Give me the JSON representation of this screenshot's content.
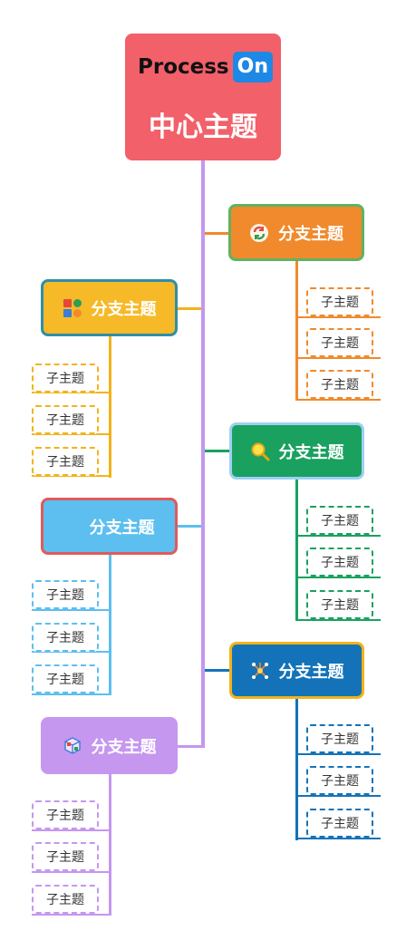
{
  "logo": {
    "word": "Process",
    "badge": "On"
  },
  "central": {
    "title": "中心主题"
  },
  "branches": [
    {
      "label": "分支主题",
      "icon": "refresh-arrows-icon",
      "color": "#f08a2c",
      "border": "#5fb35f"
    },
    {
      "label": "分支主题",
      "icon": "grid-shapes-icon",
      "color": "#f6b928",
      "border": "#2f8ea8"
    },
    {
      "label": "分支主题",
      "icon": "magnifier-icon",
      "color": "#1aa160",
      "border": "#9ed0f3"
    },
    {
      "label": "分支主题",
      "icon": "",
      "color": "#5cbfef",
      "border": "#e05a5a"
    },
    {
      "label": "分支主题",
      "icon": "network-nodes-icon",
      "color": "#1473b8",
      "border": "#f2b31a"
    },
    {
      "label": "分支主题",
      "icon": "cube-blocks-icon",
      "color": "#c597ef",
      "border": "#c597ef"
    }
  ],
  "subtopics": {
    "b1": [
      "子主题",
      "子主题",
      "子主题"
    ],
    "b2": [
      "子主题",
      "子主题",
      "子主题"
    ],
    "b3": [
      "子主题",
      "子主题",
      "子主题"
    ],
    "b4": [
      "子主题",
      "子主题",
      "子主题"
    ],
    "b5": [
      "子主题",
      "子主题",
      "子主题"
    ],
    "b6": [
      "子主题",
      "子主题",
      "子主题"
    ]
  },
  "colors": {
    "trunk": "#c597ef",
    "b1_line": "#f08a2c",
    "b2_line": "#f2b31a",
    "b3_line": "#1aa160",
    "b4_line": "#5cbfef",
    "b5_line": "#1473b8",
    "b6_line": "#c597ef"
  }
}
